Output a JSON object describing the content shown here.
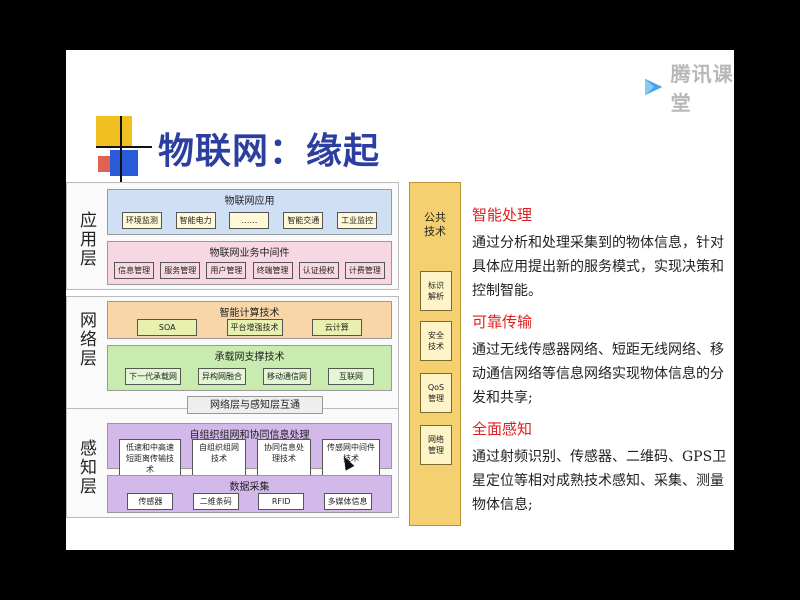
{
  "logo": {
    "text": "腾讯课堂"
  },
  "title": "物联网：缘起",
  "diagram": {
    "layers": {
      "app": "应用层",
      "network": "网络层",
      "perception": "感知层"
    },
    "app_block": {
      "title": "物联网应用",
      "items": [
        "环境监测",
        "智能电力",
        "……",
        "智能交通",
        "工业监控"
      ]
    },
    "middleware_block": {
      "title": "物联网业务中间件",
      "items": [
        "信息管理",
        "服务管理",
        "用户管理",
        "终端管理",
        "认证授权",
        "计费管理"
      ]
    },
    "computing_block": {
      "title": "智能计算技术",
      "items": [
        "SOA",
        "平台增强技术",
        "云计算"
      ]
    },
    "bearer_block": {
      "title": "承载网支撑技术",
      "items": [
        "下一代承载网",
        "异构网融合",
        "移动通信网",
        "互联网"
      ]
    },
    "bridge": "网络层与感知层互通",
    "selforg_block": {
      "title": "自组织组网和协同信息处理",
      "items": [
        "低速和中高速短距离传输技术",
        "自组织组网技术",
        "协同信息处理技术",
        "传感网中间件技术"
      ]
    },
    "data_block": {
      "title": "数据采集",
      "items": [
        "传感器",
        "二维条码",
        "RFID",
        "多媒体信息"
      ]
    },
    "public": {
      "title": "公共技术",
      "items": [
        "标识解析",
        "安全技术",
        "QoS管理",
        "网络管理"
      ]
    }
  },
  "side": {
    "sections": [
      {
        "heading": "智能处理",
        "text": "通过分析和处理采集到的物体信息，针对具体应用提出新的服务模式，实现决策和控制智能。"
      },
      {
        "heading": "可靠传输",
        "text": "通过无线传感器网络、短距无线网络、移动通信网络等信息网络实现物体信息的分发和共享;"
      },
      {
        "heading": "全面感知",
        "text": "通过射频识别、传感器、二维码、GPS卫星定位等相对成熟技术感知、采集、测量物体信息;"
      }
    ]
  }
}
